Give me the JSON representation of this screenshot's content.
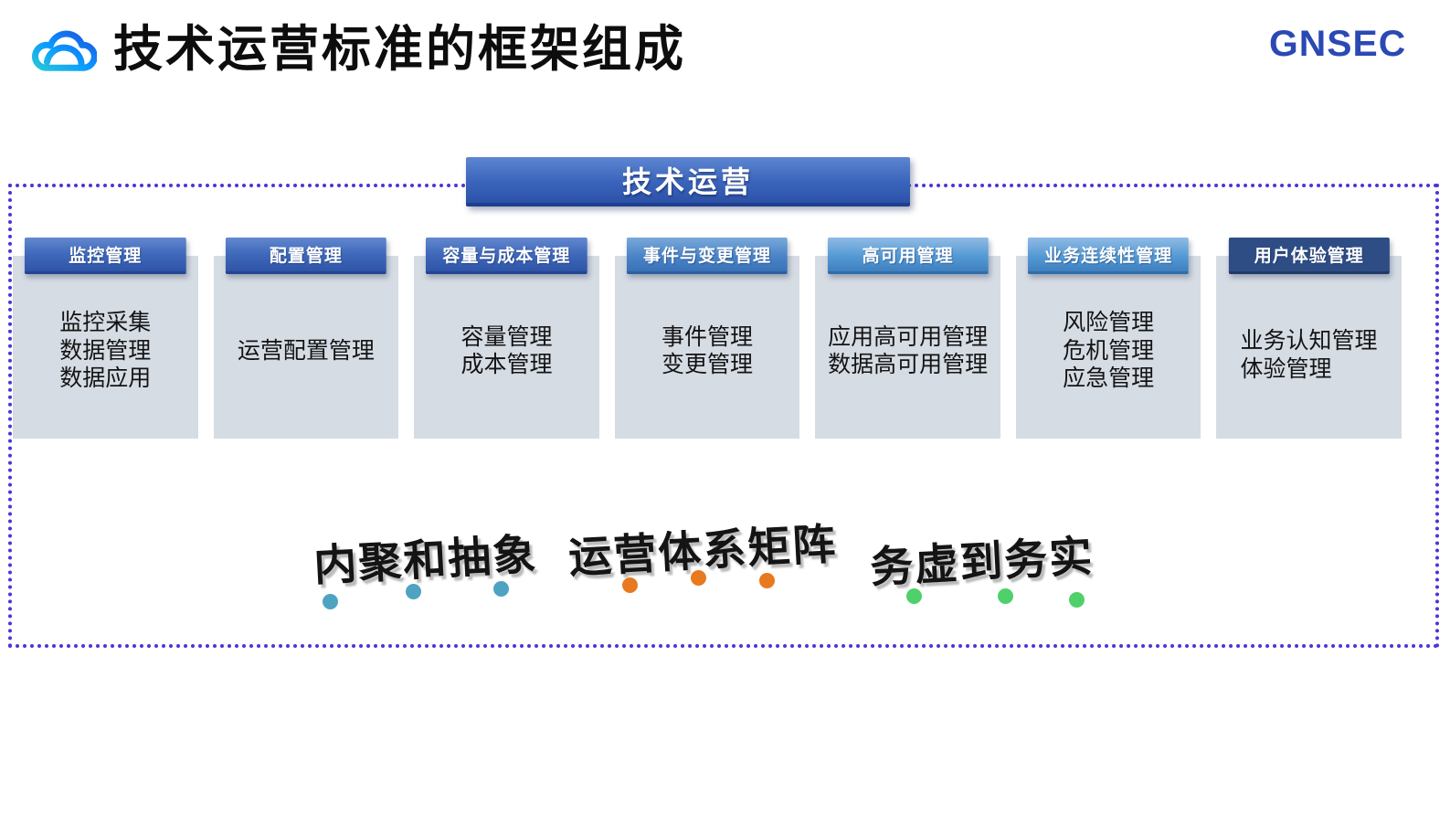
{
  "slide": {
    "title": "技术运营标准的框架组成",
    "logo_text": "GNSEC"
  },
  "banner": {
    "label": "技术运营"
  },
  "columns": [
    {
      "header": "监控管理",
      "header_style": "deep-blue",
      "items": [
        "监控采集",
        "数据管理",
        "数据应用"
      ]
    },
    {
      "header": "配置管理",
      "header_style": "deep-blue",
      "items": [
        "运营配置管理"
      ]
    },
    {
      "header": "容量与成本管理",
      "header_style": "deep-blue",
      "items": [
        "容量管理",
        "成本管理"
      ]
    },
    {
      "header": "事件与变更管理",
      "header_style": "medium-blue",
      "items": [
        "事件管理",
        "变更管理"
      ]
    },
    {
      "header": "高可用管理",
      "header_style": "light-blue",
      "items": [
        "应用高可用管理",
        "数据高可用管理"
      ]
    },
    {
      "header": "业务连续性管理",
      "header_style": "light-blue",
      "items": [
        "风险管理",
        "危机管理",
        "应急管理"
      ]
    },
    {
      "header": "用户体验管理",
      "header_style": "navy",
      "items": [
        "业务认知管理",
        "体验管理"
      ]
    }
  ],
  "keywords": [
    {
      "label": "内聚和抽象",
      "dot_color": "#4FA3C2"
    },
    {
      "label": "运营体系矩阵",
      "dot_color": "#E8791E"
    },
    {
      "label": "务虚到务实",
      "dot_color": "#4FD06A"
    }
  ],
  "colors": {
    "logo_blue": "#2B49B4",
    "frame_border": "#4A35D8",
    "banner_blue_top": "#5D85D2",
    "banner_blue_bottom": "#2C52A8",
    "column_body_fill": "#D6DCE4",
    "header_deep_blue": "#3F68BA",
    "header_medium_blue": "#4A84C6",
    "header_light_blue": "#549AD4",
    "header_navy": "#2F4D85"
  }
}
